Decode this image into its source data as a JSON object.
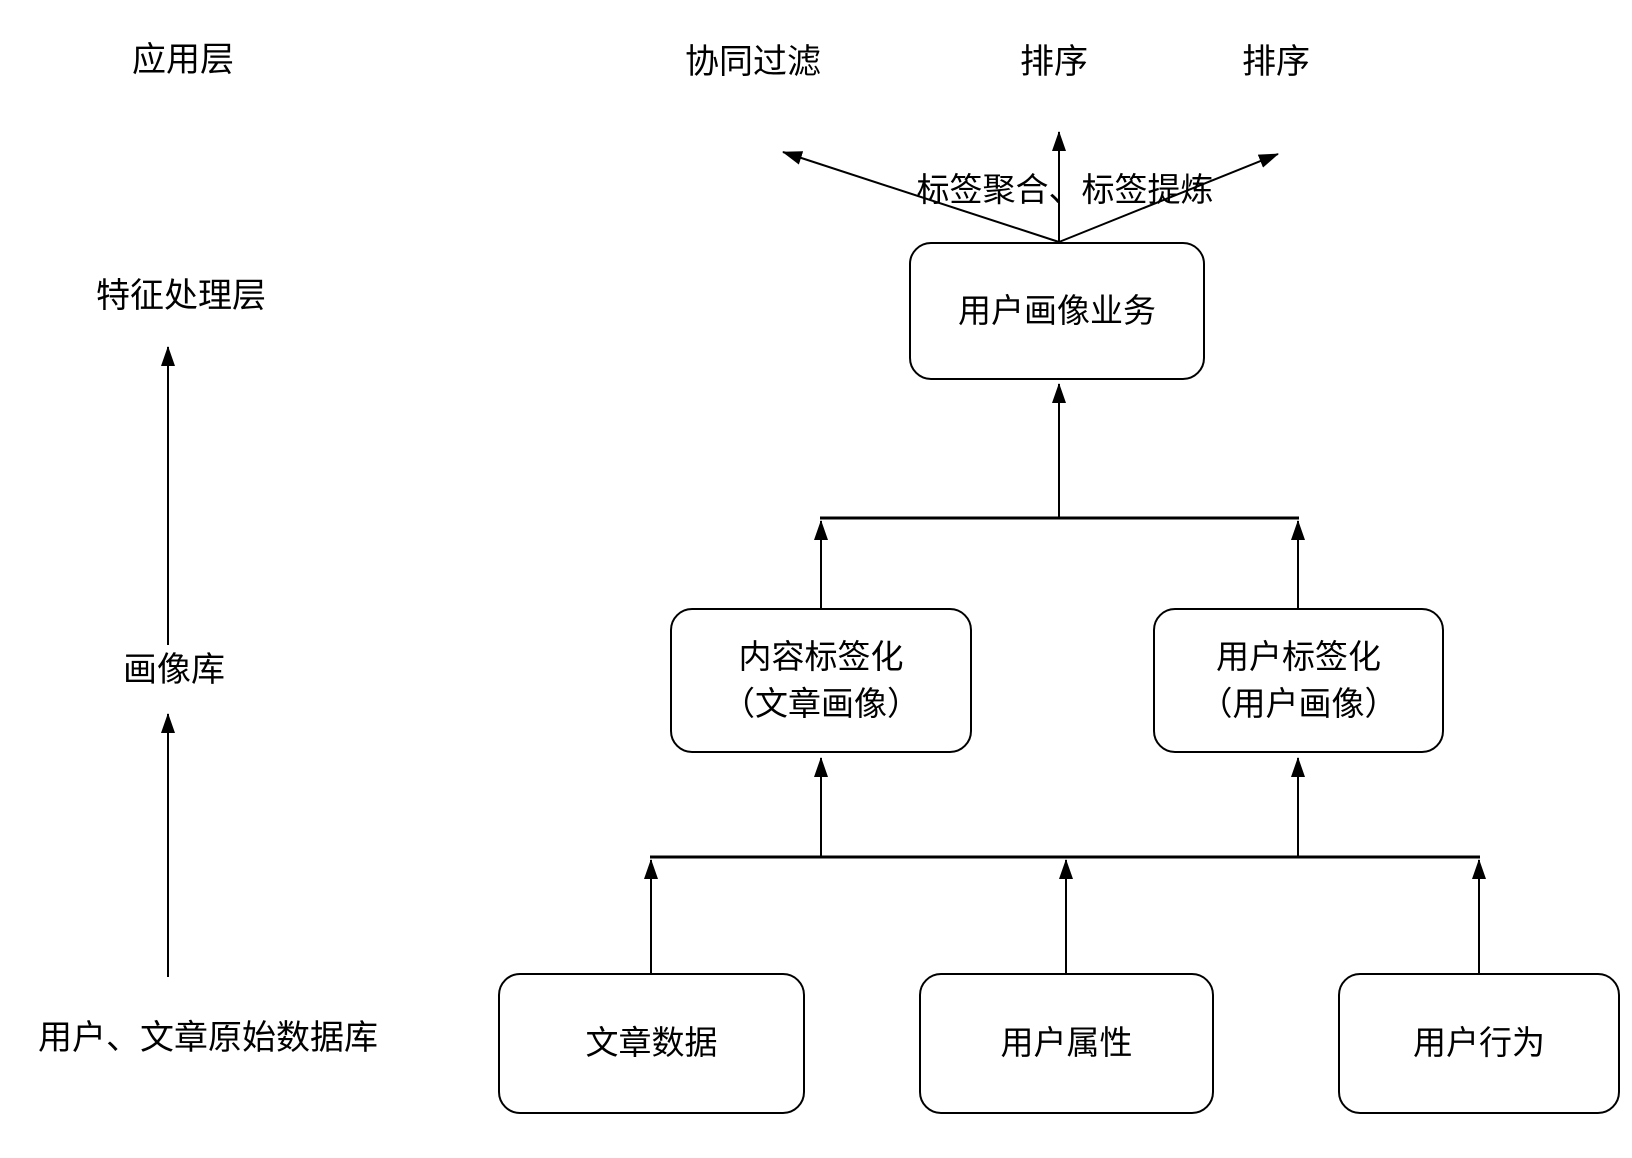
{
  "colors": {
    "stroke": "#000000",
    "text": "#000000",
    "background": "#ffffff"
  },
  "layer_labels": {
    "application": "应用层",
    "feature_processing": "特征处理层",
    "portrait_library": "画像库",
    "raw_database": "用户、文章原始数据库"
  },
  "outputs": {
    "collaborative_filtering": "协同过滤",
    "ranking_1": "排序",
    "ranking_2": "排序"
  },
  "fan_label": "标签聚合、标签提炼",
  "boxes": {
    "user_profile_service": {
      "label": "用户画像业务"
    },
    "content_tagging": {
      "line1": "内容标签化",
      "line2": "（文章画像）"
    },
    "user_tagging": {
      "line1": "用户标签化",
      "line2": "（用户画像）"
    },
    "article_data": {
      "label": "文章数据"
    },
    "user_attributes": {
      "label": "用户属性"
    },
    "user_behavior": {
      "label": "用户行为"
    }
  }
}
